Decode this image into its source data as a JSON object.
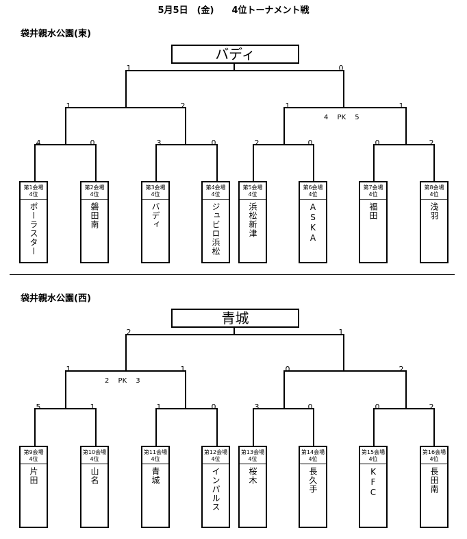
{
  "title": "5月5日　(金)　　4位トーナメント戦",
  "east": {
    "section_label": "袋井親水公園(東)",
    "champion": "バディ",
    "final_scores": [
      "1",
      "0"
    ],
    "semi_scores": [
      "1",
      "2",
      "1",
      "1"
    ],
    "semi_pk": "4　 PK　 5",
    "r1_scores": [
      "4",
      "0",
      "3",
      "0",
      "2",
      "0",
      "0",
      "2"
    ],
    "teams": [
      {
        "venue": "第1会場",
        "rank": "4位",
        "name": "ポーラスター"
      },
      {
        "venue": "第2会場",
        "rank": "4位",
        "name": "磐田南"
      },
      {
        "venue": "第3会場",
        "rank": "4位",
        "name": "バディ"
      },
      {
        "venue": "第4会場",
        "rank": "4位",
        "name": "ジュビロ浜松"
      },
      {
        "venue": "第5会場",
        "rank": "4位",
        "name": "浜松新津"
      },
      {
        "venue": "第6会場",
        "rank": "4位",
        "name": "ASKA"
      },
      {
        "venue": "第7会場",
        "rank": "4位",
        "name": "福田"
      },
      {
        "venue": "第8会場",
        "rank": "4位",
        "name": "浅羽"
      }
    ]
  },
  "west": {
    "section_label": "袋井親水公園(西)",
    "champion": "青城",
    "final_scores": [
      "2",
      "1"
    ],
    "semi_scores": [
      "1",
      "1",
      "0",
      "2"
    ],
    "semi_pk": "2　 PK　 3",
    "r1_scores": [
      "5",
      "1",
      "1",
      "0",
      "3",
      "0",
      "0",
      "2"
    ],
    "teams": [
      {
        "venue": "第9会場",
        "rank": "4位",
        "name": "片田"
      },
      {
        "venue": "第10会場",
        "rank": "4位",
        "name": "山名"
      },
      {
        "venue": "第11会場",
        "rank": "4位",
        "name": "青城"
      },
      {
        "venue": "第12会場",
        "rank": "4位",
        "name": "インパルス"
      },
      {
        "venue": "第13会場",
        "rank": "4位",
        "name": "桜木"
      },
      {
        "venue": "第14会場",
        "rank": "4位",
        "name": "長久手"
      },
      {
        "venue": "第15会場",
        "rank": "4位",
        "name": "KFC"
      },
      {
        "venue": "第16会場",
        "rank": "4位",
        "name": "長田南"
      }
    ]
  }
}
